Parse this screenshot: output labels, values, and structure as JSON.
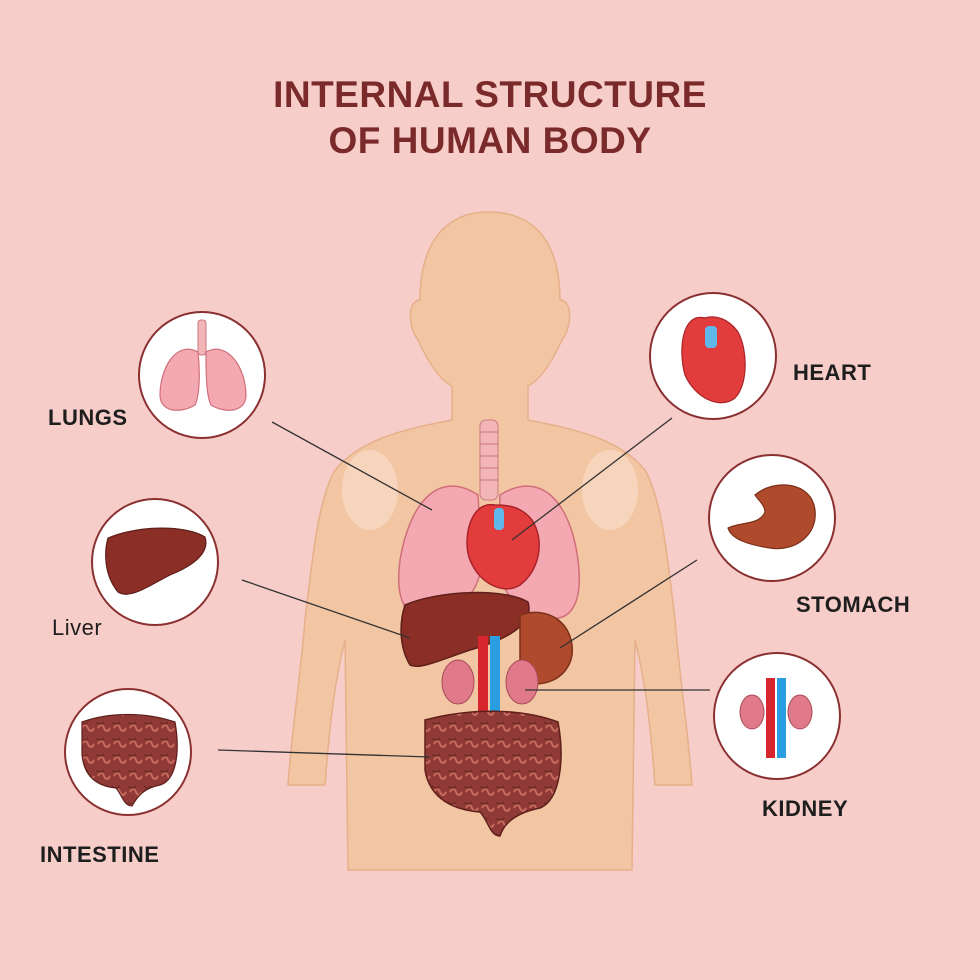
{
  "title": {
    "line1": "INTERNAL STRUCTURE",
    "line2": "OF HUMAN BODY"
  },
  "labels": {
    "lungs": "LUNGS",
    "liver": "Liver",
    "intestine": "INTESTINE",
    "heart": "HEART",
    "stomach": "STOMACH",
    "kidney": "KIDNEY"
  },
  "colors": {
    "background": "#f7cdc9",
    "title": "#7a2a2a",
    "body": "#f2c5a3",
    "lungs": "#f2a8b0",
    "heart": "#e23c3c",
    "liver": "#8a2e26",
    "stomach": "#b04a2c",
    "kidney": "#e07a8a",
    "intestine": "#8f3a36",
    "artery": "#d7262e",
    "vein": "#2a9ee0"
  }
}
